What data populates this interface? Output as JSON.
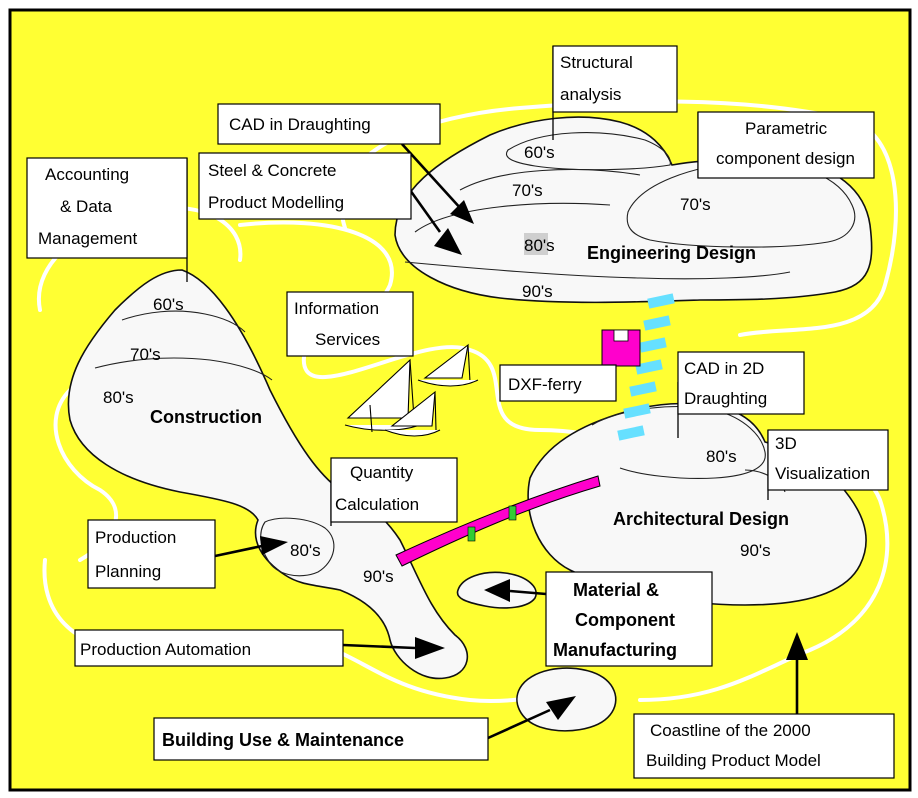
{
  "labels": {
    "structural_analysis_1": "Structural",
    "structural_analysis_2": "analysis",
    "cad_draughting": "CAD in Draughting",
    "parametric_1": "Parametric",
    "parametric_2": "component design",
    "steel_1": "Steel & Concrete",
    "steel_2": "Product Modelling",
    "accounting_1": "Accounting",
    "accounting_2": "& Data",
    "accounting_3": "Management",
    "information_1": "Information",
    "information_2": "Services",
    "dxf_ferry": "DXF-ferry",
    "cad2d_1": "CAD in 2D",
    "cad2d_2": "Draughting",
    "visualization_1": "3D",
    "visualization_2": "Visualization",
    "quantity_1": "Quantity",
    "quantity_2": "Calculation",
    "production_planning_1": "Production",
    "production_planning_2": "Planning",
    "production_automation": "Production Automation",
    "material_1": "Material &",
    "material_2": "Component",
    "material_3": "Manufacturing",
    "building_use": "Building Use & Maintenance",
    "coastline_1": "Coastline of the 2000",
    "coastline_2": "Building Product Model"
  },
  "regions": {
    "engineering": "Engineering Design",
    "construction": "Construction",
    "architectural": "Architectural Design"
  },
  "decades": {
    "eng_60": "60's",
    "eng_70": "70's",
    "eng_70_param": "70's",
    "eng_80": "80's",
    "eng_90": "90's",
    "con_60": "60's",
    "con_70": "70's",
    "con_80": "80's",
    "con_80_planning": "80's",
    "con_90": "90's",
    "arch_80": "80's",
    "arch_90": "90's"
  },
  "colors": {
    "sea": "#ffff33",
    "bridge": "#ff00cc",
    "ferry": "#ff00cc",
    "dxf_track": "#66e0ff",
    "pillar": "#33cc33",
    "coastline": "#ffffff"
  }
}
